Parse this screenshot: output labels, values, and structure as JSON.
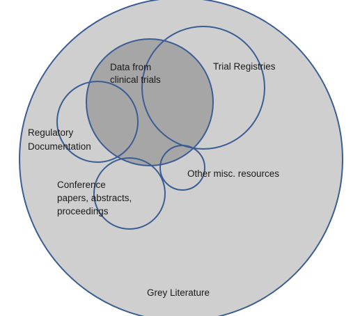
{
  "diagram": {
    "type": "nested-circles",
    "colors": {
      "outline": "#3a5d94",
      "outer_fill": "#cfcfcf",
      "data_fill": "#a6a6a6",
      "text": "#1a1a1a"
    },
    "outer": {
      "label": "Grey Literature"
    },
    "data_from_trials": {
      "label_lines": [
        "Data from",
        "clinical trials"
      ]
    },
    "trial_registries": {
      "label": "Trial Registries"
    },
    "regulatory": {
      "label_lines": [
        "Regulatory",
        "Documentation"
      ]
    },
    "conference": {
      "label_lines": [
        "Conference",
        "papers, abstracts,",
        "proceedings"
      ]
    },
    "other": {
      "label": "Other misc. resources"
    }
  }
}
